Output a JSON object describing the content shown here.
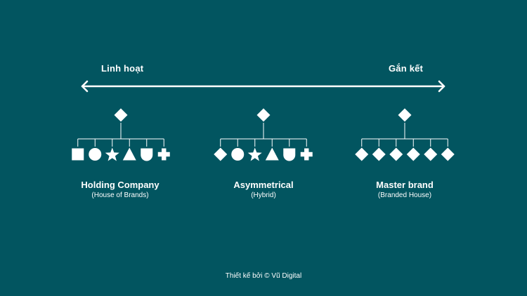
{
  "axis": {
    "left_label": "Linh hoạt",
    "right_label": "Gắn kết"
  },
  "structures": [
    {
      "name": "Holding Company",
      "subtitle": "(House of Brands)",
      "parent_icon": "diamond-icon",
      "children_icons": [
        "square-icon",
        "circle-icon",
        "star-icon",
        "triangle-icon",
        "shield-icon",
        "cross-icon"
      ]
    },
    {
      "name": "Asymmetrical",
      "subtitle": "(Hybrid)",
      "parent_icon": "diamond-icon",
      "children_icons": [
        "diamond-icon",
        "circle-icon",
        "star-icon",
        "triangle-icon",
        "shield-icon",
        "cross-icon"
      ]
    },
    {
      "name": "Master brand",
      "subtitle": "(Branded House)",
      "parent_icon": "diamond-icon",
      "children_icons": [
        "diamond-icon",
        "diamond-icon",
        "diamond-icon",
        "diamond-icon",
        "diamond-icon",
        "diamond-icon"
      ]
    }
  ],
  "footer": "Thiết kế bởi © Vũ Digital",
  "colors": {
    "background": "#025560",
    "foreground": "#ffffff"
  }
}
